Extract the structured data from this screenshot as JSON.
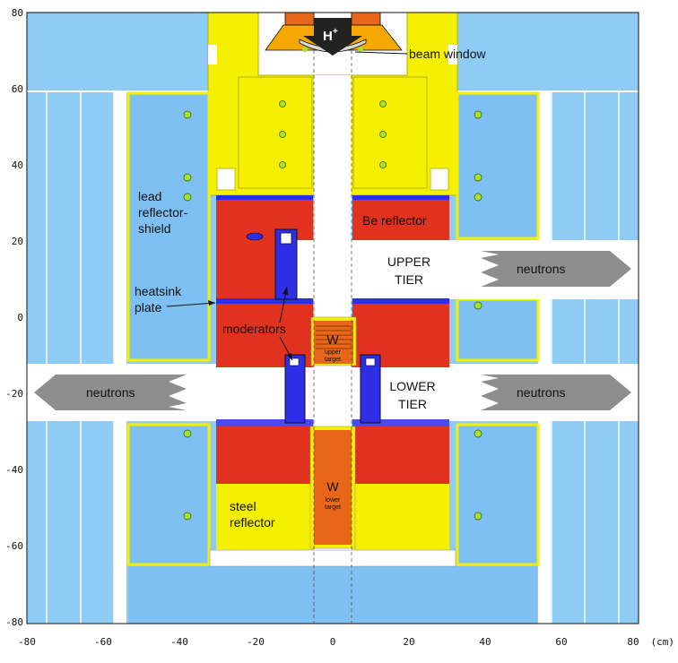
{
  "axes": {
    "x_ticks": [
      "-80",
      "-60",
      "-40",
      "-20",
      "0",
      "20",
      "40",
      "60",
      "80"
    ],
    "x_unit": "(cm)",
    "y_ticks": [
      "80",
      "60",
      "40",
      "20",
      "0",
      "-20",
      "-40",
      "-60",
      "-80"
    ]
  },
  "labels": {
    "proton_beam": "H",
    "proton_charge": "+",
    "beam_window": "beam window",
    "lead_shield_line1": "lead",
    "lead_shield_line2": "reflector-",
    "lead_shield_line3": "shield",
    "be_reflector": "Be reflector",
    "upper_tier_line1": "UPPER",
    "upper_tier_line2": "TIER",
    "lower_tier_line1": "LOWER",
    "lower_tier_line2": "TIER",
    "heatsink_line1": "heatsink",
    "heatsink_line2": "plate",
    "moderators": "moderators",
    "upper_target_symbol": "W",
    "upper_target_line1": "upper",
    "upper_target_line2": "target",
    "lower_target_symbol": "W",
    "lower_target_line1": "lower",
    "lower_target_line2": "target",
    "steel_line1": "steel",
    "steel_line2": "reflector",
    "neutrons_upper_right": "neutrons",
    "neutrons_lower_left": "neutrons",
    "neutrons_lower_right": "neutrons"
  },
  "colors": {
    "lead": "#7ec0f2",
    "lead_outer": "#8ecbf5",
    "steel": "#f5f000",
    "beryllium": "#e0321e",
    "moderator": "#2e2ee8",
    "tungsten": "#e8661a",
    "arrow": "#8e8e8e",
    "cooling_hole": "#a6e22e"
  }
}
